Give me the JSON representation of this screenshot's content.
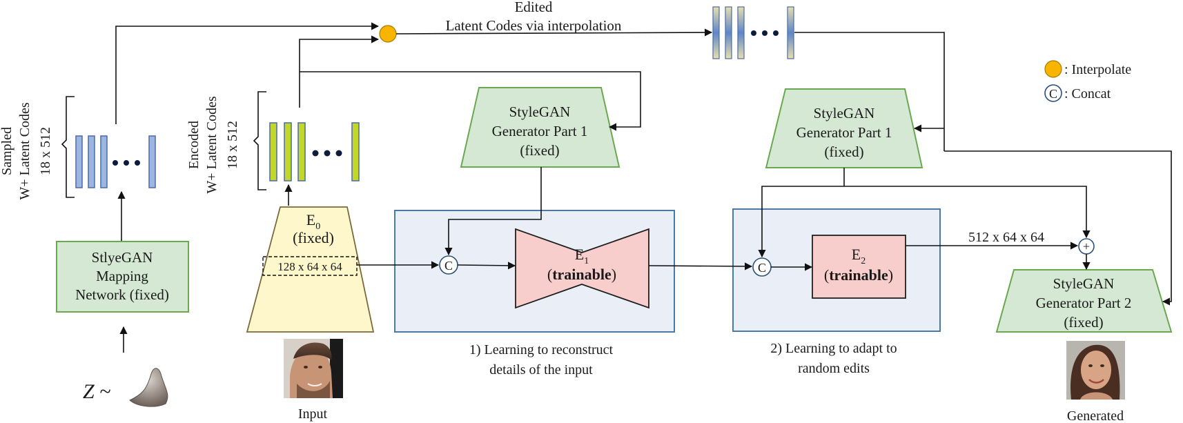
{
  "edited": {
    "line1": "Edited",
    "line2": "Latent Codes via interpolation"
  },
  "sampled": {
    "line1": "Sampled",
    "line2": "W+ Latent Codes",
    "line3": "18 x 512"
  },
  "encoded": {
    "line1": "Encoded",
    "line2": "W+ Latent Codes",
    "line3": "18 x 512"
  },
  "mapping": {
    "line1": "StlyeGAN",
    "line2": "Mapping",
    "line3": "Network (fixed)"
  },
  "z_label": "Z ~",
  "e0": {
    "name": "E",
    "sub": "0",
    "status": "(fixed)",
    "dims": "128 x 64 x 64"
  },
  "gen1a": {
    "line1": "StyleGAN",
    "line2": "Generator Part 1",
    "line3": "(fixed)"
  },
  "gen1b": {
    "line1": "StyleGAN",
    "line2": "Generator Part 1",
    "line3": "(fixed)"
  },
  "gen2": {
    "line1": "StyleGAN",
    "line2": "Generator Part 2",
    "line3": "(fixed)"
  },
  "e1": {
    "name": "E",
    "sub": "1",
    "paren_open": "(",
    "bold": "trainable",
    "paren_close": ")"
  },
  "e2": {
    "name": "E",
    "sub": "2",
    "paren_open": "(",
    "bold": "trainable",
    "paren_close": ")"
  },
  "concat_symbol": "C",
  "plus_symbol": "+",
  "stage1": {
    "line1": "1) Learning to reconstruct",
    "line2": "details of the input"
  },
  "stage2": {
    "line1": "2) Learning to adapt to",
    "line2": "random edits"
  },
  "feature_dims": "512 x 64 x 64",
  "legend": {
    "interpolate": ": Interpolate",
    "concat": ": Concat",
    "concat_symbol": "C"
  },
  "input_label": "Input",
  "generated_label": "Generated",
  "colors": {
    "interpolate": "#f7b500",
    "green": "#d5e8d4",
    "pink": "#f8cecc",
    "yellow": "#fff7cc",
    "panel": "#eaeef6"
  }
}
